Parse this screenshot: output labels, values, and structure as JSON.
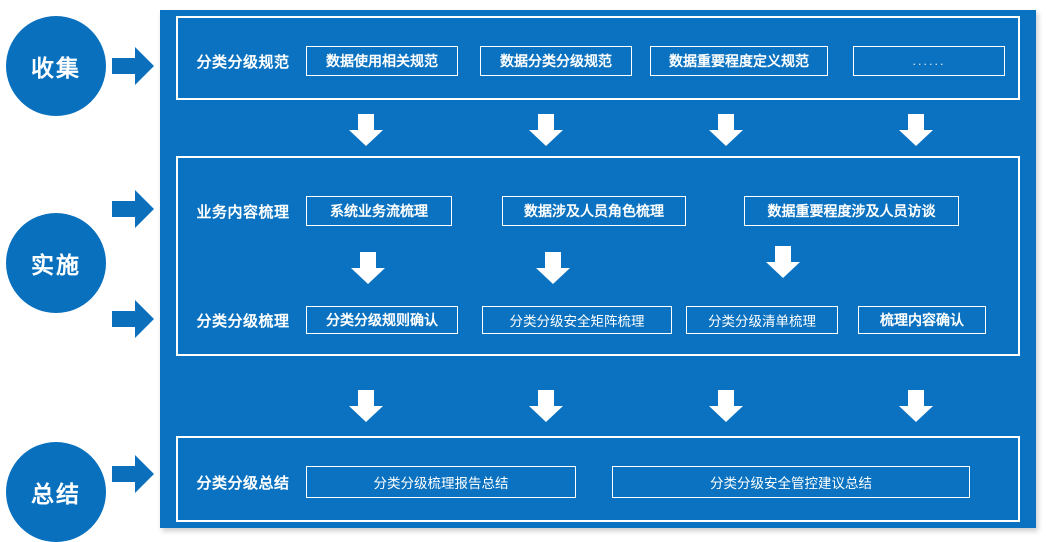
{
  "colors": {
    "panel_blue": "#0A72C0",
    "circle_blue": "#0970BE",
    "arrow_blue": "#0C6FBB",
    "box_border": "#FFFFFF",
    "text": "#FFFFFF",
    "page_bg": "#FFFFFF"
  },
  "stages": [
    {
      "label": "收集"
    },
    {
      "label": "实施"
    },
    {
      "label": "总结"
    }
  ],
  "sections": [
    {
      "id": "norms",
      "label": "分类分级规范",
      "items": [
        {
          "text": "数据使用相关规范",
          "style": "bold"
        },
        {
          "text": "数据分类分级规范",
          "style": "bold"
        },
        {
          "text": "数据重要程度定义规范",
          "style": "bold"
        },
        {
          "text": "......",
          "style": "dots"
        }
      ]
    },
    {
      "id": "business",
      "label": "业务内容梳理",
      "items": [
        {
          "text": "系统业务流梳理",
          "style": "bold"
        },
        {
          "text": "数据涉及人员角色梳理",
          "style": "bold"
        },
        {
          "text": "数据重要程度涉及人员访谈",
          "style": "bold"
        }
      ]
    },
    {
      "id": "sorting",
      "label": "分类分级梳理",
      "items": [
        {
          "text": "分类分级规则确认",
          "style": "bold"
        },
        {
          "text": "分类分级安全矩阵梳理",
          "style": "normal"
        },
        {
          "text": "分类分级清单梳理",
          "style": "normal"
        },
        {
          "text": "梳理内容确认",
          "style": "bold"
        }
      ]
    },
    {
      "id": "summary",
      "label": "分类分级总结",
      "items": [
        {
          "text": "分类分级梳理报告总结",
          "style": "normal"
        },
        {
          "text": "分类分级安全管控建议总结",
          "style": "normal"
        }
      ]
    }
  ],
  "flow_arrows": {
    "stage_to_panel_count": 4,
    "between_row1_row2": 4,
    "between_row2_row3": 3,
    "between_row3_row4": 4
  }
}
